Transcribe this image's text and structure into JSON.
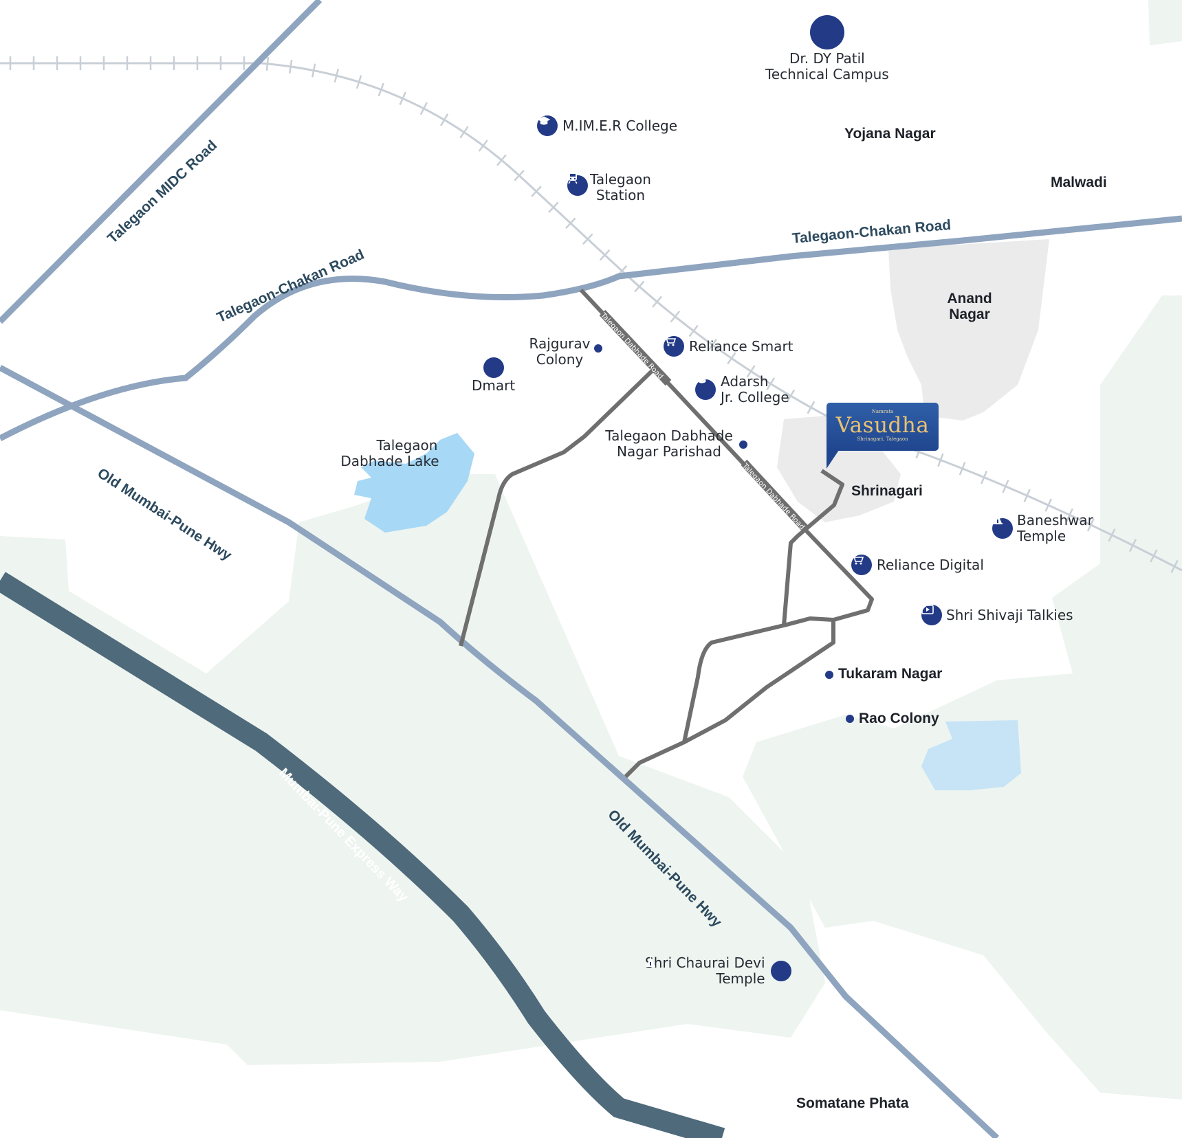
{
  "map": {
    "colors": {
      "background": "#ffffff",
      "green_area": "#eef4f0",
      "grey_area": "#ebebeb",
      "water": "#a7d8f5",
      "major_road": "#8ea4bf",
      "expressway": "#4f6a7a",
      "local_road": "#6f6f6f",
      "railway": "#c9cfd6",
      "poi_pin": "#233a87",
      "brand_blue": "#2a58a4",
      "brand_gold": "#e9c170"
    },
    "project": {
      "prefix": "Namrata",
      "name": "Vasudha",
      "location": "Shrinagari, Talegaon"
    },
    "poi": {
      "dy_patil": {
        "line1": "Dr. DY Patil",
        "line2": "Technical Campus",
        "icon": "graduation-cap-icon"
      },
      "mimer": {
        "label": "M.IM.E.R College",
        "icon": "graduation-cap-icon"
      },
      "station": {
        "line1": "Talegaon",
        "line2": "Station",
        "icon": "train-icon"
      },
      "reliance_smart": {
        "label": "Reliance Smart",
        "icon": "shopping-cart-icon"
      },
      "dmart": {
        "label": "Dmart",
        "icon": "shopping-cart-icon"
      },
      "adarsh": {
        "line1": "Adarsh",
        "line2": "Jr. College",
        "icon": "graduation-cap-icon"
      },
      "reliance_digital": {
        "label": "Reliance Digital",
        "icon": "shopping-cart-icon"
      },
      "shivaji": {
        "label": "Shri Shivaji Talkies",
        "icon": "film-icon"
      },
      "baneshwar": {
        "line1": "Baneshwar",
        "line2": "Temple",
        "icon": "temple-icon"
      },
      "chaurai": {
        "line1": "Shri Chaurai Devi",
        "line2": "Temple",
        "icon": "temple-icon"
      }
    },
    "places": {
      "yojana": "Yojana Nagar",
      "malwadi": "Malwadi",
      "anand_1": "Anand",
      "anand_2": "Nagar",
      "shrinagari": "Shrinagari",
      "tukaram": "Tukaram Nagar",
      "rao": "Rao Colony",
      "somatane": "Somatane Phata",
      "rajgurav_1": "Rajgurav",
      "rajgurav_2": "Colony",
      "parishad_1": "Talegaon Dabhade",
      "parishad_2": "Nagar Parishad",
      "lake_1": "Talegaon",
      "lake_2": "Dabhade Lake"
    },
    "roads": {
      "midc": "Talegaon MIDC Road",
      "chakan_east": "Talegaon-Chakan Road",
      "chakan_west": "Talegaon-Chakan Road",
      "old_hwy_west": "Old Mumbai-Pune Hwy",
      "old_hwy_south": "Old Mumbai-Pune Hwy",
      "expressway": "Mumbai-Pune Express Way",
      "dabhade_1": "Talegaon Dabhade Road",
      "dabhade_2": "Talegaon Dabhade Road"
    }
  }
}
